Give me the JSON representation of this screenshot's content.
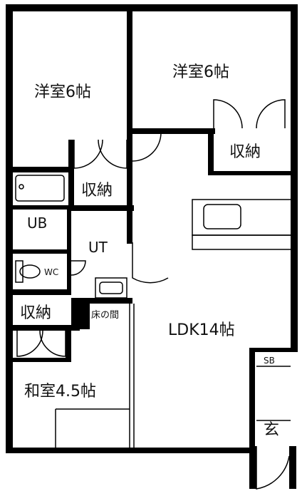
{
  "rooms": {
    "western_room_left": "洋室6帖",
    "western_room_right": "洋室6帖",
    "closet_right": "収納",
    "closet_center": "収納",
    "closet_left": "収納",
    "unit_bath": "UB",
    "utility": "UT",
    "toilet": "WC",
    "tokonoma": "床の間",
    "ldk": "LDK14帖",
    "shoe_box": "SB",
    "japanese_room": "和室4.5帖",
    "entrance": "玄"
  },
  "colors": {
    "wall": "#000000",
    "background": "#ffffff",
    "tokonoma_pillar": "#1a1a1a"
  }
}
